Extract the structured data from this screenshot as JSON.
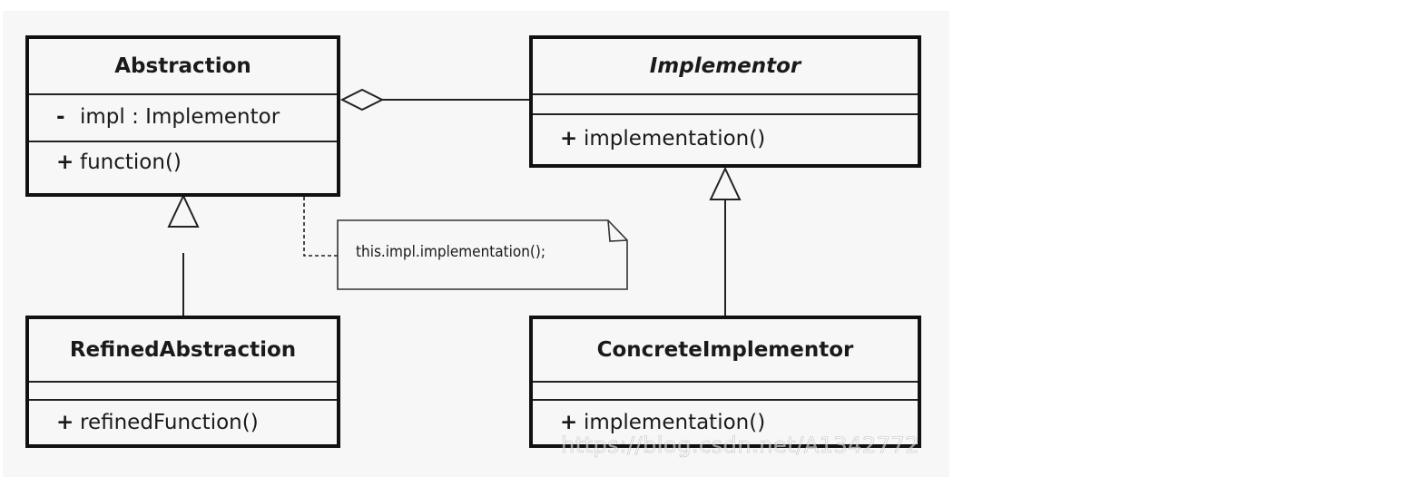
{
  "classes": {
    "abstraction": {
      "name": "Abstraction",
      "attributes": [
        {
          "visibility": "-",
          "text": "impl : Implementor"
        }
      ],
      "operations": [
        {
          "visibility": "+",
          "text": "function()"
        }
      ]
    },
    "implementor": {
      "name": "Implementor",
      "operations": [
        {
          "visibility": "+",
          "text": "implementation()"
        }
      ]
    },
    "refined_abstraction": {
      "name": "RefinedAbstraction",
      "operations": [
        {
          "visibility": "+",
          "text": "refinedFunction()"
        }
      ]
    },
    "concrete_implementor": {
      "name": "ConcreteImplementor",
      "operations": [
        {
          "visibility": "+",
          "text": "implementation()"
        }
      ]
    }
  },
  "note": {
    "text": "this.impl.implementation();"
  },
  "watermark": {
    "text": "https://blog.csdn.net/A1342772"
  },
  "colors": {
    "line": "#111111",
    "background": "#f7f7f7"
  }
}
